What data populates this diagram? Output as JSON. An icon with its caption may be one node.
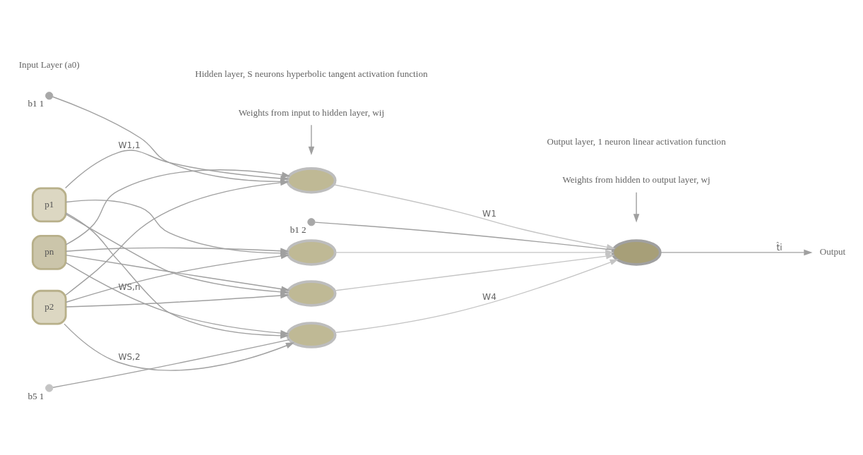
{
  "diagram": {
    "nodes": [
      {
        "text": [
          "p1"
        ]
      },
      {
        "text": [
          "p2"
        ]
      },
      {
        "text": [
          "pn"
        ]
      },
      {
        "text": [],
        "shape": "circle",
        "beside": [
          "b1 1"
        ]
      },
      {
        "text": [],
        "shape": "ellipse"
      },
      {
        "text": [],
        "shape": "ellipse"
      },
      {
        "text": [],
        "shape": "ellipse"
      },
      {
        "text": [],
        "shape": "ellipse"
      },
      {
        "text": [],
        "shape": "circle",
        "beside": [
          "b5 1"
        ]
      },
      {
        "text": [],
        "shape": "circle",
        "beside": [
          "b1 2"
        ]
      },
      {
        "text": [],
        "shape": "ellipse"
      },
      {
        "text": [
          "Output"
        ]
      }
    ],
    "edges": [
      {
        "from": 0,
        "to": 4,
        "arrow": "to",
        "label": "W1,1"
      },
      {
        "from": 0,
        "to": 5,
        "arrow": "to"
      },
      {
        "from": 0,
        "to": 6,
        "arrow": "to"
      },
      {
        "from": 0,
        "to": 7,
        "arrow": "to"
      },
      {
        "from": 1,
        "to": 4,
        "arrow": "to"
      },
      {
        "from": 1,
        "to": 5,
        "arrow": "to"
      },
      {
        "from": 1,
        "to": 6,
        "arrow": "to"
      },
      {
        "from": 1,
        "to": 7,
        "arrow": "to",
        "label": "WS,2"
      },
      {
        "from": 2,
        "to": 4,
        "arrow": "to"
      },
      {
        "from": 2,
        "to": 5,
        "arrow": "to"
      },
      {
        "from": 2,
        "to": 6,
        "arrow": "to"
      },
      {
        "from": 2,
        "to": 7,
        "arrow": "to",
        "label": "WS,n"
      },
      {
        "from": 3,
        "to": 4,
        "arrow": "none"
      },
      {
        "from": 8,
        "to": 7,
        "arrow": "none"
      },
      {
        "from": 4,
        "to": 10,
        "arrow": "to",
        "label": "W1",
        "color": "#c4c4c4"
      },
      {
        "from": 5,
        "to": 10,
        "arrow": "to",
        "color": "#c4c4c4"
      },
      {
        "from": 6,
        "to": 10,
        "arrow": "to",
        "color": "#c4c4c4"
      },
      {
        "from": 7,
        "to": 10,
        "arrow": "to",
        "label": "W4",
        "color": "#c4c4c4"
      },
      {
        "from": 9,
        "to": 10,
        "arrow": "none"
      },
      {
        "from": 10,
        "to": 11,
        "arrow": "to",
        "label": "t̂i"
      }
    ],
    "labels": [
      "Weights from input to hidden layer, wij",
      "Weights from hidden to output layer, wj",
      "Input Layer (a0)",
      "Hidden layer, S neurons hyperbolic tangent activation function",
      "Output layer, 1 neuron linear activation function"
    ]
  }
}
